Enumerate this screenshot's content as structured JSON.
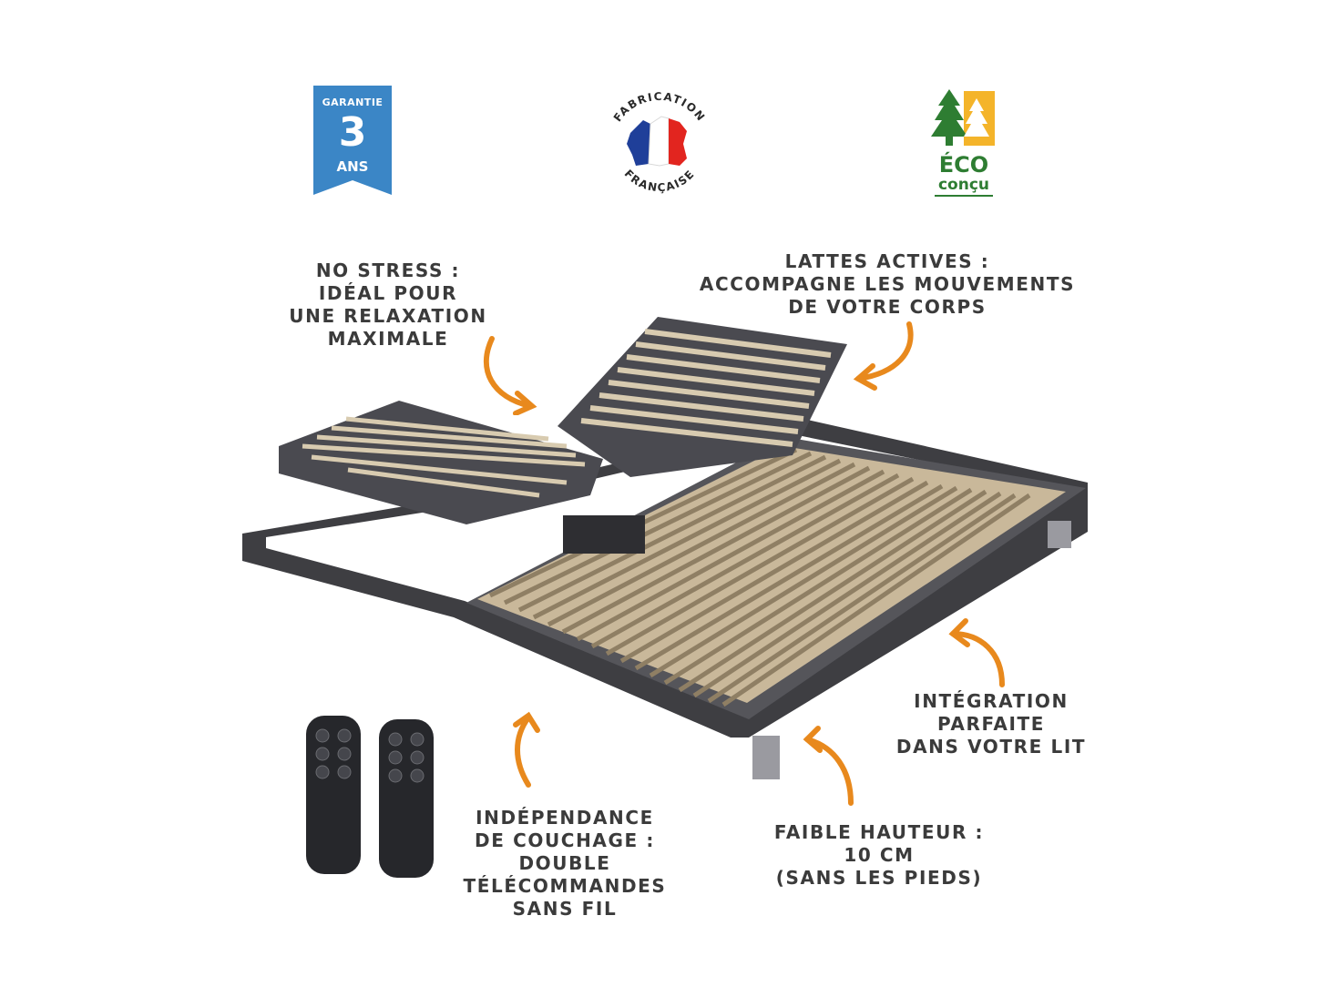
{
  "badges": {
    "garantie": {
      "top": "GARANTIE",
      "number": "3",
      "bottom": "ANS",
      "color": "#3b86c6"
    },
    "fabrication": {
      "top_arc": "FABRICATION",
      "bottom_arc": "FRANÇAISE",
      "colors": [
        "#1f3f99",
        "#ffffff",
        "#e2251f"
      ]
    },
    "eco": {
      "line1": "ÉCO",
      "line2": "conçu",
      "colors": [
        "#2e7d32",
        "#f4b42a"
      ]
    }
  },
  "captions": {
    "no_stress": [
      "NO STRESS :",
      "IDÉAL POUR",
      "UNE RELAXATION",
      "MAXIMALE"
    ],
    "lattes": [
      "LATTES ACTIVES :",
      "ACCOMPAGNE LES MOUVEMENTS",
      "DE VOTRE CORPS"
    ],
    "integration": [
      "INTÉGRATION",
      "PARFAITE",
      "DANS VOTRE LIT"
    ],
    "faible": [
      "FAIBLE HAUTEUR :",
      "10 CM",
      "(SANS LES PIEDS)"
    ],
    "independance": [
      "INDÉPENDANCE",
      "DE COUCHAGE :",
      "DOUBLE",
      "TÉLÉCOMMANDES",
      "SANS FIL"
    ]
  },
  "accent_color": "#e8891d"
}
